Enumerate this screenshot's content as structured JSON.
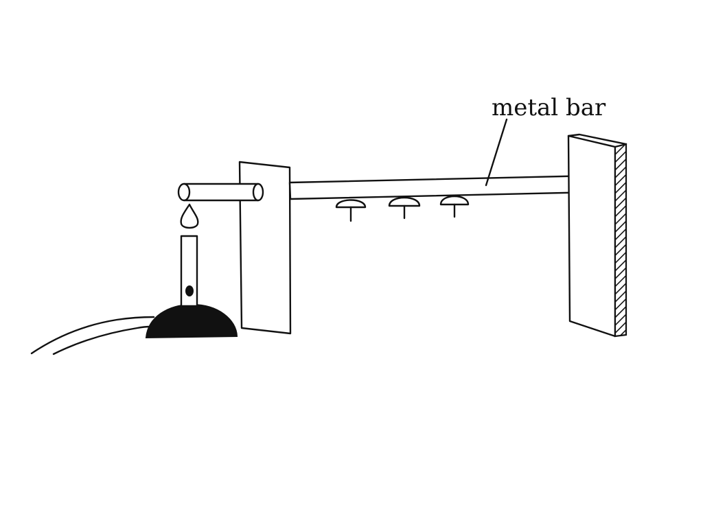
{
  "labels": {
    "metal_bar": "metal bar"
  },
  "colors": {
    "ink": "#111111",
    "background": "#ffffff"
  },
  "parts": {
    "burner": "bunsen-burner",
    "flame": "flame-icon",
    "bar": "metal-bar",
    "pins": [
      "drawing-pin",
      "drawing-pin",
      "drawing-pin"
    ],
    "supports": [
      "left-support-board",
      "right-support-wall"
    ]
  }
}
